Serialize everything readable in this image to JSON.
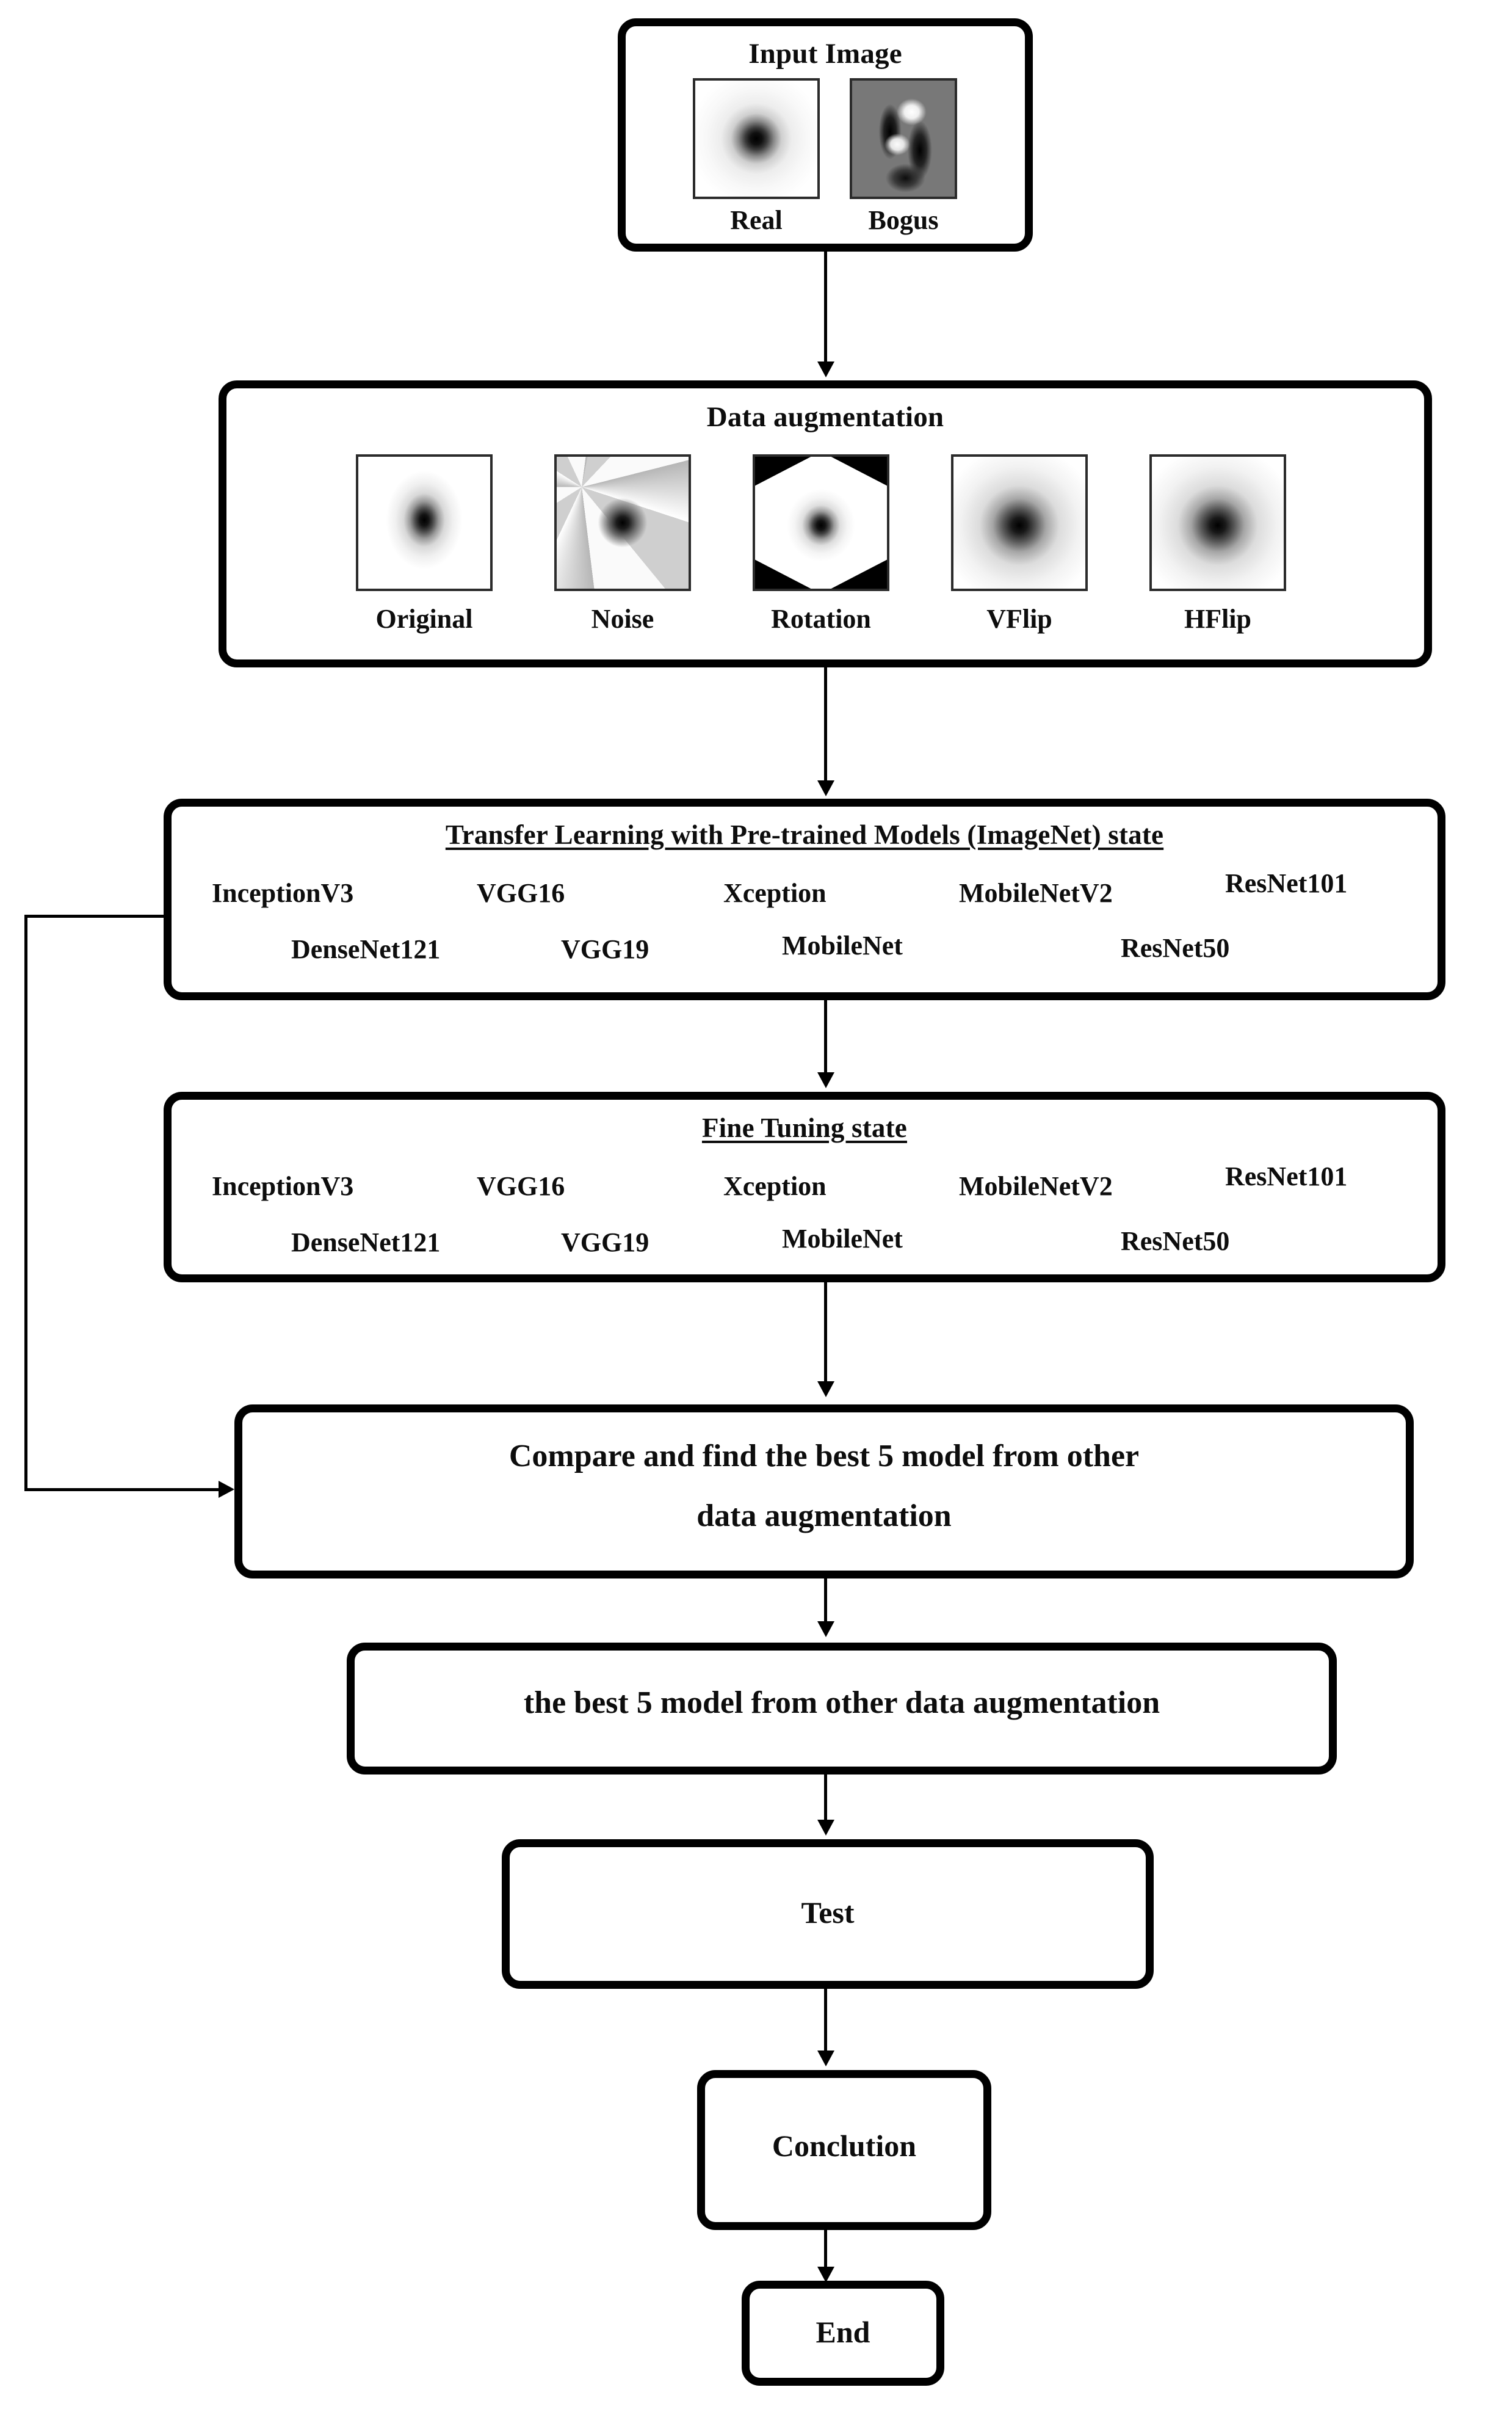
{
  "diagram": {
    "title": "Deep learning transfer-learning workflow flowchart",
    "colors": {
      "stroke": "#000000",
      "text": "#0d0d0d",
      "background": "#ffffff",
      "bogus_thumbnail_background": "#787878"
    }
  },
  "input_image": {
    "title": "Input Image",
    "thumbnails": [
      {
        "label": "Real",
        "icon": "real-source-thumbnail"
      },
      {
        "label": "Bogus",
        "icon": "bogus-source-thumbnail"
      }
    ]
  },
  "data_augmentation": {
    "title": "Data augmentation",
    "thumbnails": [
      {
        "label": "Original",
        "icon": "original-thumbnail"
      },
      {
        "label": "Noise",
        "icon": "noise-thumbnail"
      },
      {
        "label": "Rotation",
        "icon": "rotation-thumbnail"
      },
      {
        "label": "VFlip",
        "icon": "vflip-thumbnail"
      },
      {
        "label": "HFlip",
        "icon": "hflip-thumbnail"
      }
    ]
  },
  "transfer_learning": {
    "title": "Transfer Learning with Pre-trained Models (ImageNet) state",
    "row1": [
      "InceptionV3",
      "VGG16",
      "Xception",
      "MobileNetV2",
      "ResNet101"
    ],
    "row2": [
      "DenseNet121",
      "VGG19",
      "MobileNet",
      "ResNet50"
    ]
  },
  "fine_tuning": {
    "title": "Fine Tuning state",
    "row1": [
      "InceptionV3",
      "VGG16",
      "Xception",
      "MobileNetV2",
      "ResNet101"
    ],
    "row2": [
      "DenseNet121",
      "VGG19",
      "MobileNet",
      "ResNet50"
    ]
  },
  "compare": {
    "line1": "Compare and find the best 5 model from other",
    "line2": "data augmentation"
  },
  "best_models": {
    "text": "the best 5 model from other data augmentation"
  },
  "test": {
    "text": "Test"
  },
  "conclusion": {
    "text": "Conclution"
  },
  "end": {
    "text": "End"
  }
}
